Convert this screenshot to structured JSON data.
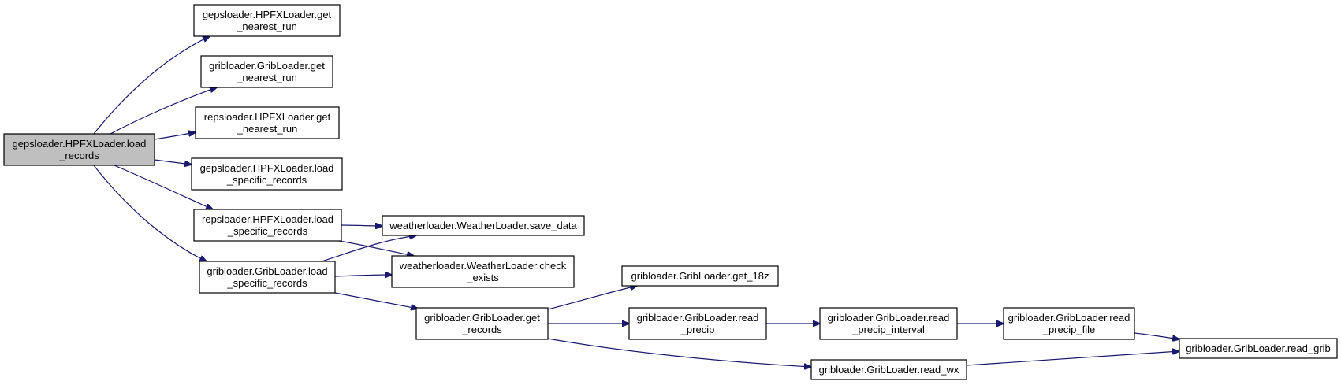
{
  "colors": {
    "edge": "#191970",
    "root_fill": "#bfbfbf",
    "node_fill": "#ffffff",
    "border": "#000000"
  },
  "nodes": [
    {
      "id": "root",
      "lines": [
        "gepsloader.HPFXLoader.load",
        "_records"
      ]
    },
    {
      "id": "geps_get_nearest_run",
      "lines": [
        "gepsloader.HPFXLoader.get",
        "_nearest_run"
      ]
    },
    {
      "id": "grib_get_nearest_run",
      "lines": [
        "gribloader.GribLoader.get",
        "_nearest_run"
      ]
    },
    {
      "id": "reps_get_nearest_run",
      "lines": [
        "repsloader.HPFXLoader.get",
        "_nearest_run"
      ]
    },
    {
      "id": "geps_load_specific",
      "lines": [
        "gepsloader.HPFXLoader.load",
        "_specific_records"
      ]
    },
    {
      "id": "reps_load_specific",
      "lines": [
        "repsloader.HPFXLoader.load",
        "_specific_records"
      ]
    },
    {
      "id": "grib_load_specific",
      "lines": [
        "gribloader.GribLoader.load",
        "_specific_records"
      ]
    },
    {
      "id": "save_data",
      "lines": [
        "weatherloader.WeatherLoader.save_data"
      ]
    },
    {
      "id": "check_exists",
      "lines": [
        "weatherloader.WeatherLoader.check",
        "_exists"
      ]
    },
    {
      "id": "get_records",
      "lines": [
        "gribloader.GribLoader.get",
        "_records"
      ]
    },
    {
      "id": "get_18z",
      "lines": [
        "gribloader.GribLoader.get_18z"
      ]
    },
    {
      "id": "read_precip",
      "lines": [
        "gribloader.GribLoader.read",
        "_precip"
      ]
    },
    {
      "id": "read_precip_interval",
      "lines": [
        "gribloader.GribLoader.read",
        "_precip_interval"
      ]
    },
    {
      "id": "read_precip_file",
      "lines": [
        "gribloader.GribLoader.read",
        "_precip_file"
      ]
    },
    {
      "id": "read_wx",
      "lines": [
        "gribloader.GribLoader.read_wx"
      ]
    },
    {
      "id": "read_grib",
      "lines": [
        "gribloader.GribLoader.read_grib"
      ]
    }
  ],
  "edges": [
    [
      "root",
      "geps_get_nearest_run"
    ],
    [
      "root",
      "grib_get_nearest_run"
    ],
    [
      "root",
      "reps_get_nearest_run"
    ],
    [
      "root",
      "geps_load_specific"
    ],
    [
      "root",
      "reps_load_specific"
    ],
    [
      "root",
      "grib_load_specific"
    ],
    [
      "reps_load_specific",
      "save_data"
    ],
    [
      "reps_load_specific",
      "check_exists"
    ],
    [
      "grib_load_specific",
      "save_data"
    ],
    [
      "grib_load_specific",
      "check_exists"
    ],
    [
      "grib_load_specific",
      "get_records"
    ],
    [
      "get_records",
      "get_18z"
    ],
    [
      "get_records",
      "read_precip"
    ],
    [
      "get_records",
      "read_wx"
    ],
    [
      "read_precip",
      "read_precip_interval"
    ],
    [
      "read_precip_interval",
      "read_precip_file"
    ],
    [
      "read_precip_file",
      "read_grib"
    ],
    [
      "read_wx",
      "read_grib"
    ]
  ]
}
